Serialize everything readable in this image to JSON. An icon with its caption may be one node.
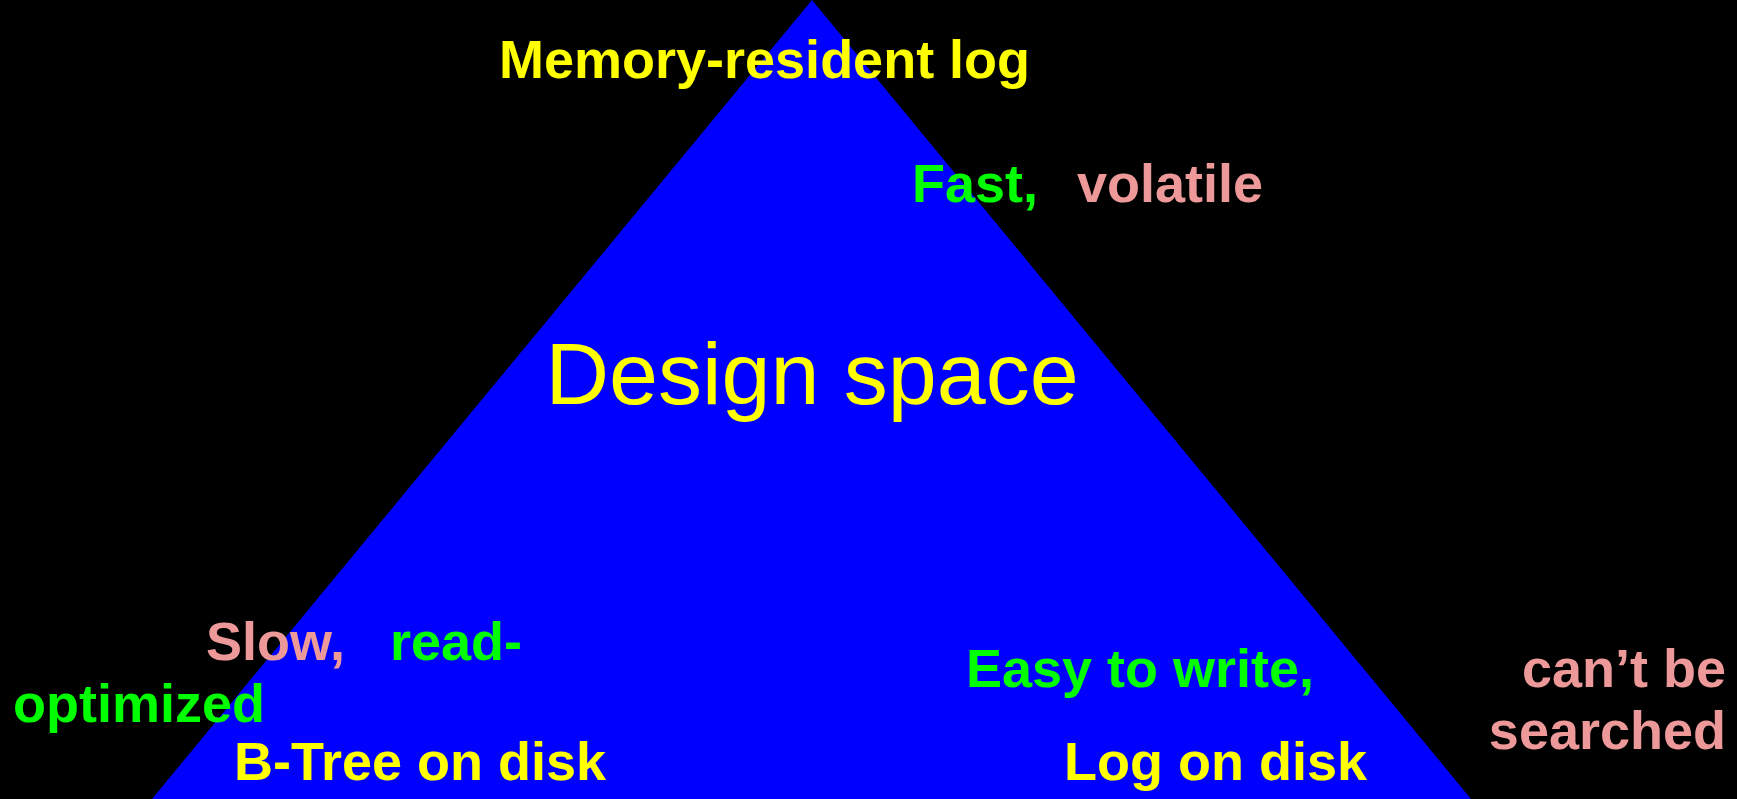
{
  "diagram": {
    "nodes": [
      {
        "text": [
          "Design space"
        ]
      }
    ],
    "labels": [
      "Memory-resident log",
      "Fast,",
      "volatile",
      "Slow,",
      "read-optimized",
      "B-Tree on disk",
      "Easy to write,",
      "can’t be searched",
      "Log on disk"
    ]
  }
}
